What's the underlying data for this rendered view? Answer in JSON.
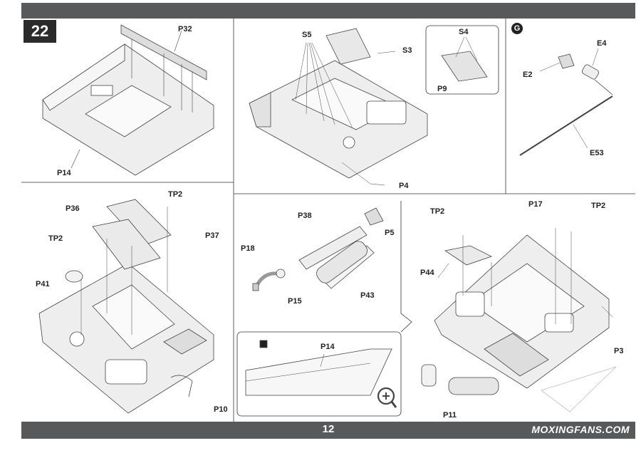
{
  "step": "22",
  "page_number": "12",
  "watermark": "MOXINGFANS.COM",
  "sub_badge": "G",
  "labels": {
    "p32": "P32",
    "p14a": "P14",
    "s5": "S5",
    "s3": "S3",
    "s4": "S4",
    "p9": "P9",
    "p4": "P4",
    "e4": "E4",
    "e2": "E2",
    "e53": "E53",
    "tp2a": "TP2",
    "p36": "P36",
    "p37": "P37",
    "tp2b": "TP2",
    "p41": "P41",
    "p10": "P10",
    "p38": "P38",
    "p18": "P18",
    "p5": "P5",
    "p15": "P15",
    "p43": "P43",
    "p14b": "P14",
    "tp2c": "TP2",
    "p17": "P17",
    "tp2d": "TP2",
    "p44": "P44",
    "p3": "P3",
    "p11": "P11"
  }
}
